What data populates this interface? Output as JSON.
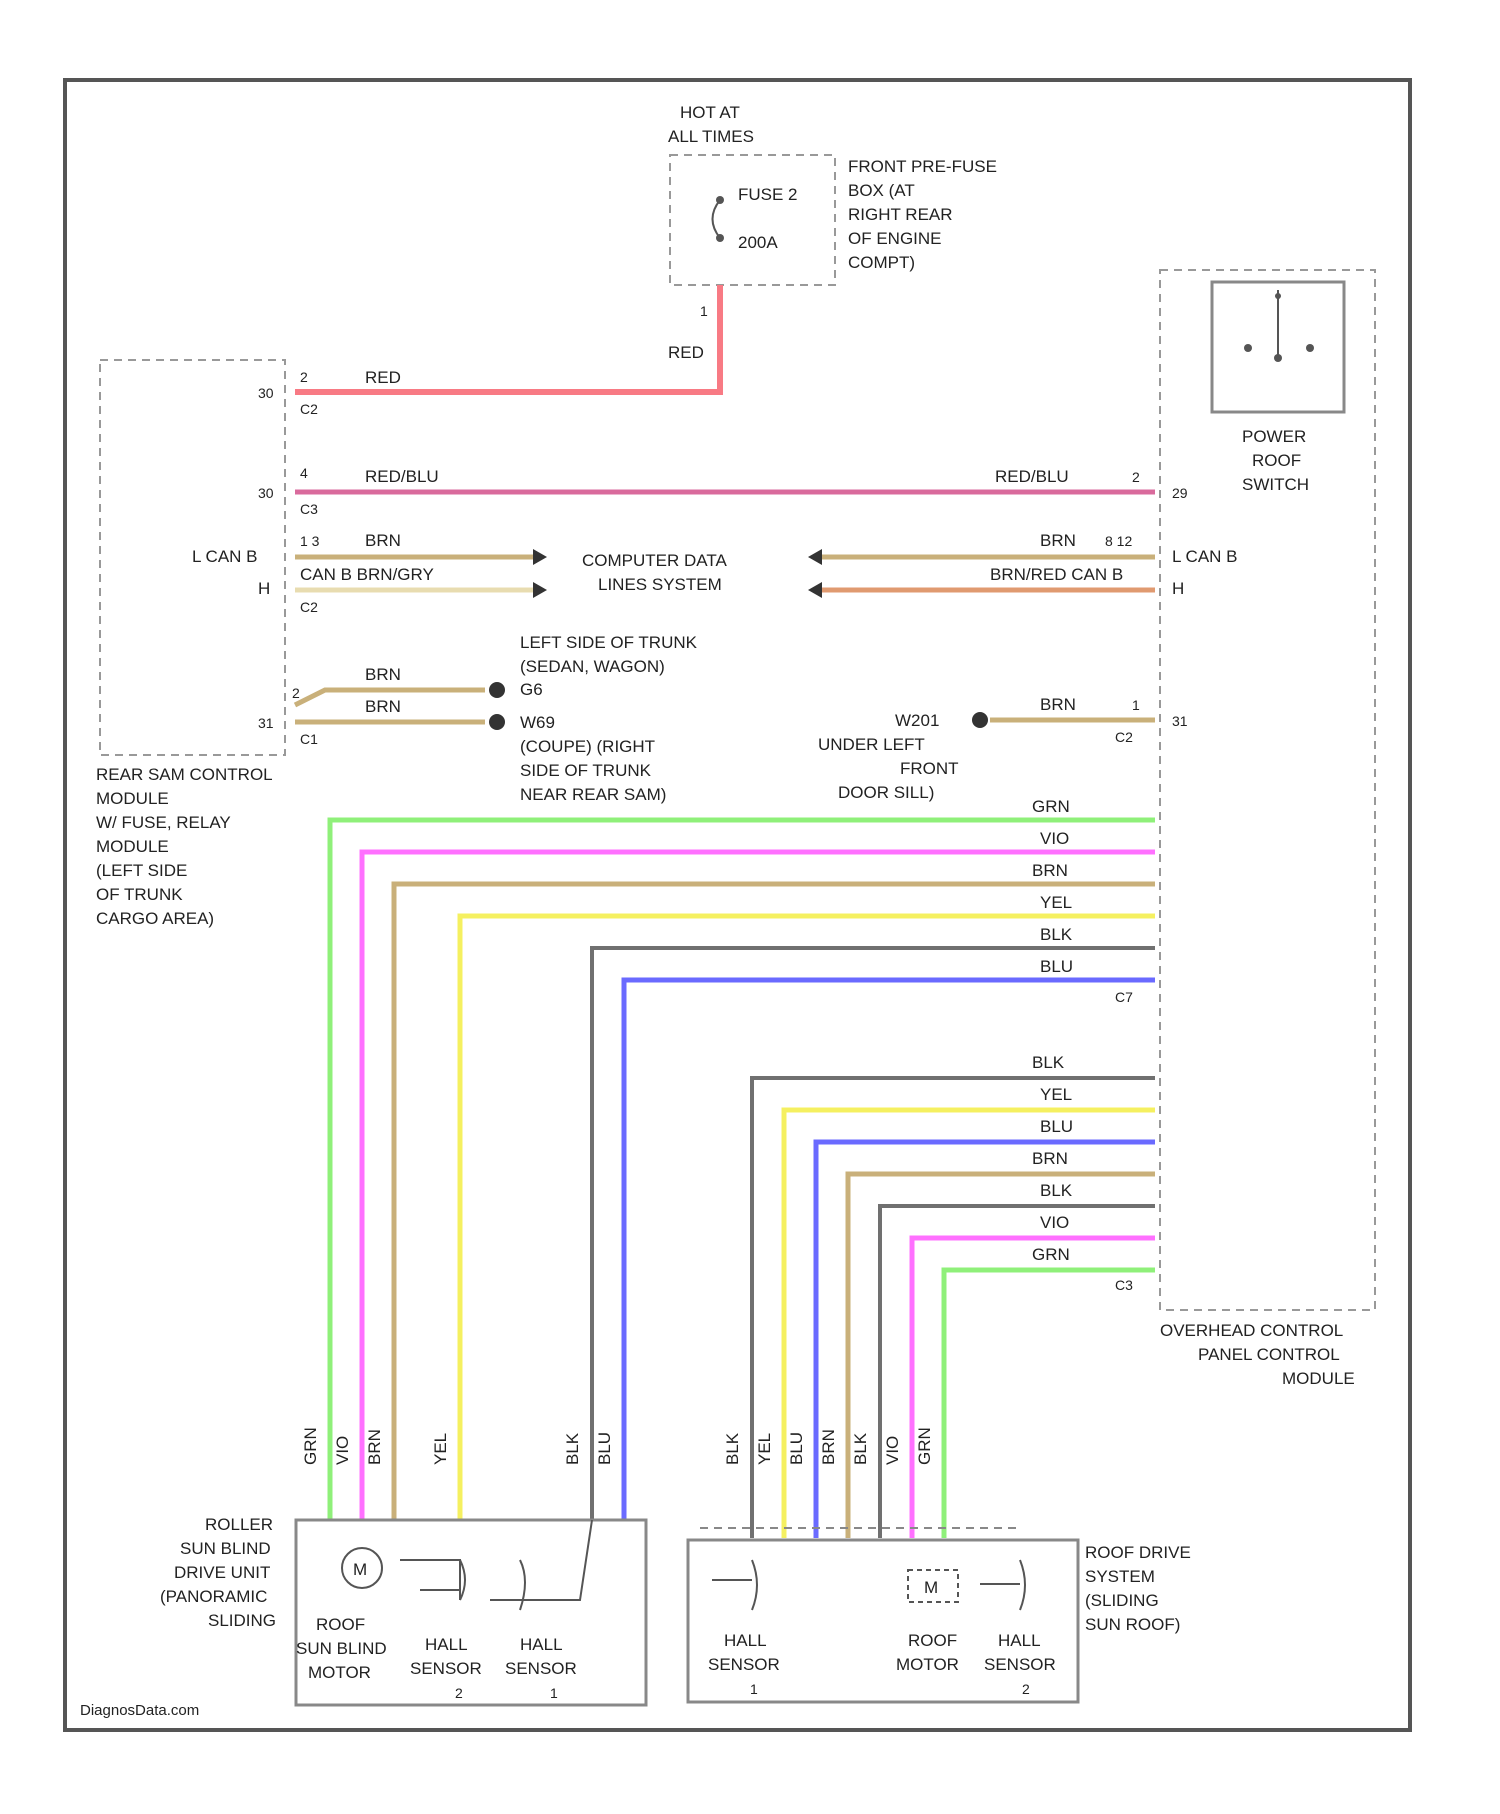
{
  "source": {
    "hot_at_all_times": [
      "HOT AT",
      "ALL TIMES"
    ],
    "fuse_box": [
      "FRONT PRE-FUSE",
      "BOX (AT",
      "RIGHT REAR",
      "OF ENGINE",
      "COMPT)"
    ],
    "fuse_name": "FUSE 2",
    "fuse_rating": "200A",
    "red_label": "RED"
  },
  "modules": {
    "rear_sam": [
      "REAR SAM CONTROL",
      "MODULE",
      "W/ FUSE, RELAY",
      "MODULE",
      "(LEFT SIDE",
      "OF TRUNK",
      "CARGO AREA)"
    ],
    "overhead": [
      "OVERHEAD CONTROL",
      "PANEL CONTROL",
      "MODULE"
    ],
    "power_roof_switch": [
      "POWER",
      "ROOF",
      "SWITCH"
    ],
    "roller_sunblind": [
      "ROLLER",
      "SUN BLIND",
      "DRIVE UNIT",
      "(PANORAMIC",
      "SLIDING"
    ],
    "roof_drive": [
      "ROOF DRIVE",
      "SYSTEM",
      "(SLIDING",
      "SUN ROOF)"
    ]
  },
  "wires": {
    "red": "RED",
    "red_blu": "RED/BLU",
    "brn": "BRN",
    "can_b_brn_gry": "CAN B BRN/GRY",
    "brn_red_can_b": "BRN/RED CAN B",
    "grn": "GRN",
    "vio": "VIO",
    "yel": "YEL",
    "blk": "BLK",
    "blu": "BLU"
  },
  "signals": {
    "l_can_b": "L CAN B",
    "h": "H",
    "computer_data": [
      "COMPUTER DATA",
      "LINES SYSTEM"
    ]
  },
  "grounds": {
    "g1": "G6",
    "g1_desc": [
      "LEFT SIDE OF TRUNK",
      "(SEDAN, WAGON)"
    ],
    "g2": "W69",
    "g2_desc": [
      "(COUPE) (RIGHT",
      "SIDE OF TRUNK",
      "NEAR REAR SAM)"
    ],
    "g3": "W201",
    "g3_desc": [
      "UNDER LEFT",
      "FRONT",
      "DOOR SILL)"
    ]
  },
  "pins": {
    "p30": "30",
    "p29": "29",
    "p31": "31",
    "c2": "C2",
    "c3": "C3",
    "c1": "C1",
    "c7": "C7",
    "p2": "2",
    "p4": "4",
    "p3": "3",
    "p1": "1",
    "p13": "1 3",
    "p812": "8 12"
  },
  "components": {
    "motor_m": "M",
    "roof_sunblind_motor": [
      "ROOF",
      "SUN BLIND",
      "MOTOR"
    ],
    "hall_sensor": [
      "HALL",
      "SENSOR"
    ],
    "roof_motor": [
      "ROOF",
      "MOTOR"
    ],
    "sensor_num_1": "1",
    "sensor_num_2": "2"
  },
  "footer": "DiagnosData.com",
  "colors": {
    "red": "#f87a84",
    "red_blu": "#d96a9c",
    "brn": "#c9b07a",
    "grn": "#8ff07a",
    "vio": "#ff70ff",
    "yel": "#f5f060",
    "blk": "#707070",
    "blu": "#6a6aff",
    "brn_red": "#e09a70",
    "line": "#555555"
  }
}
